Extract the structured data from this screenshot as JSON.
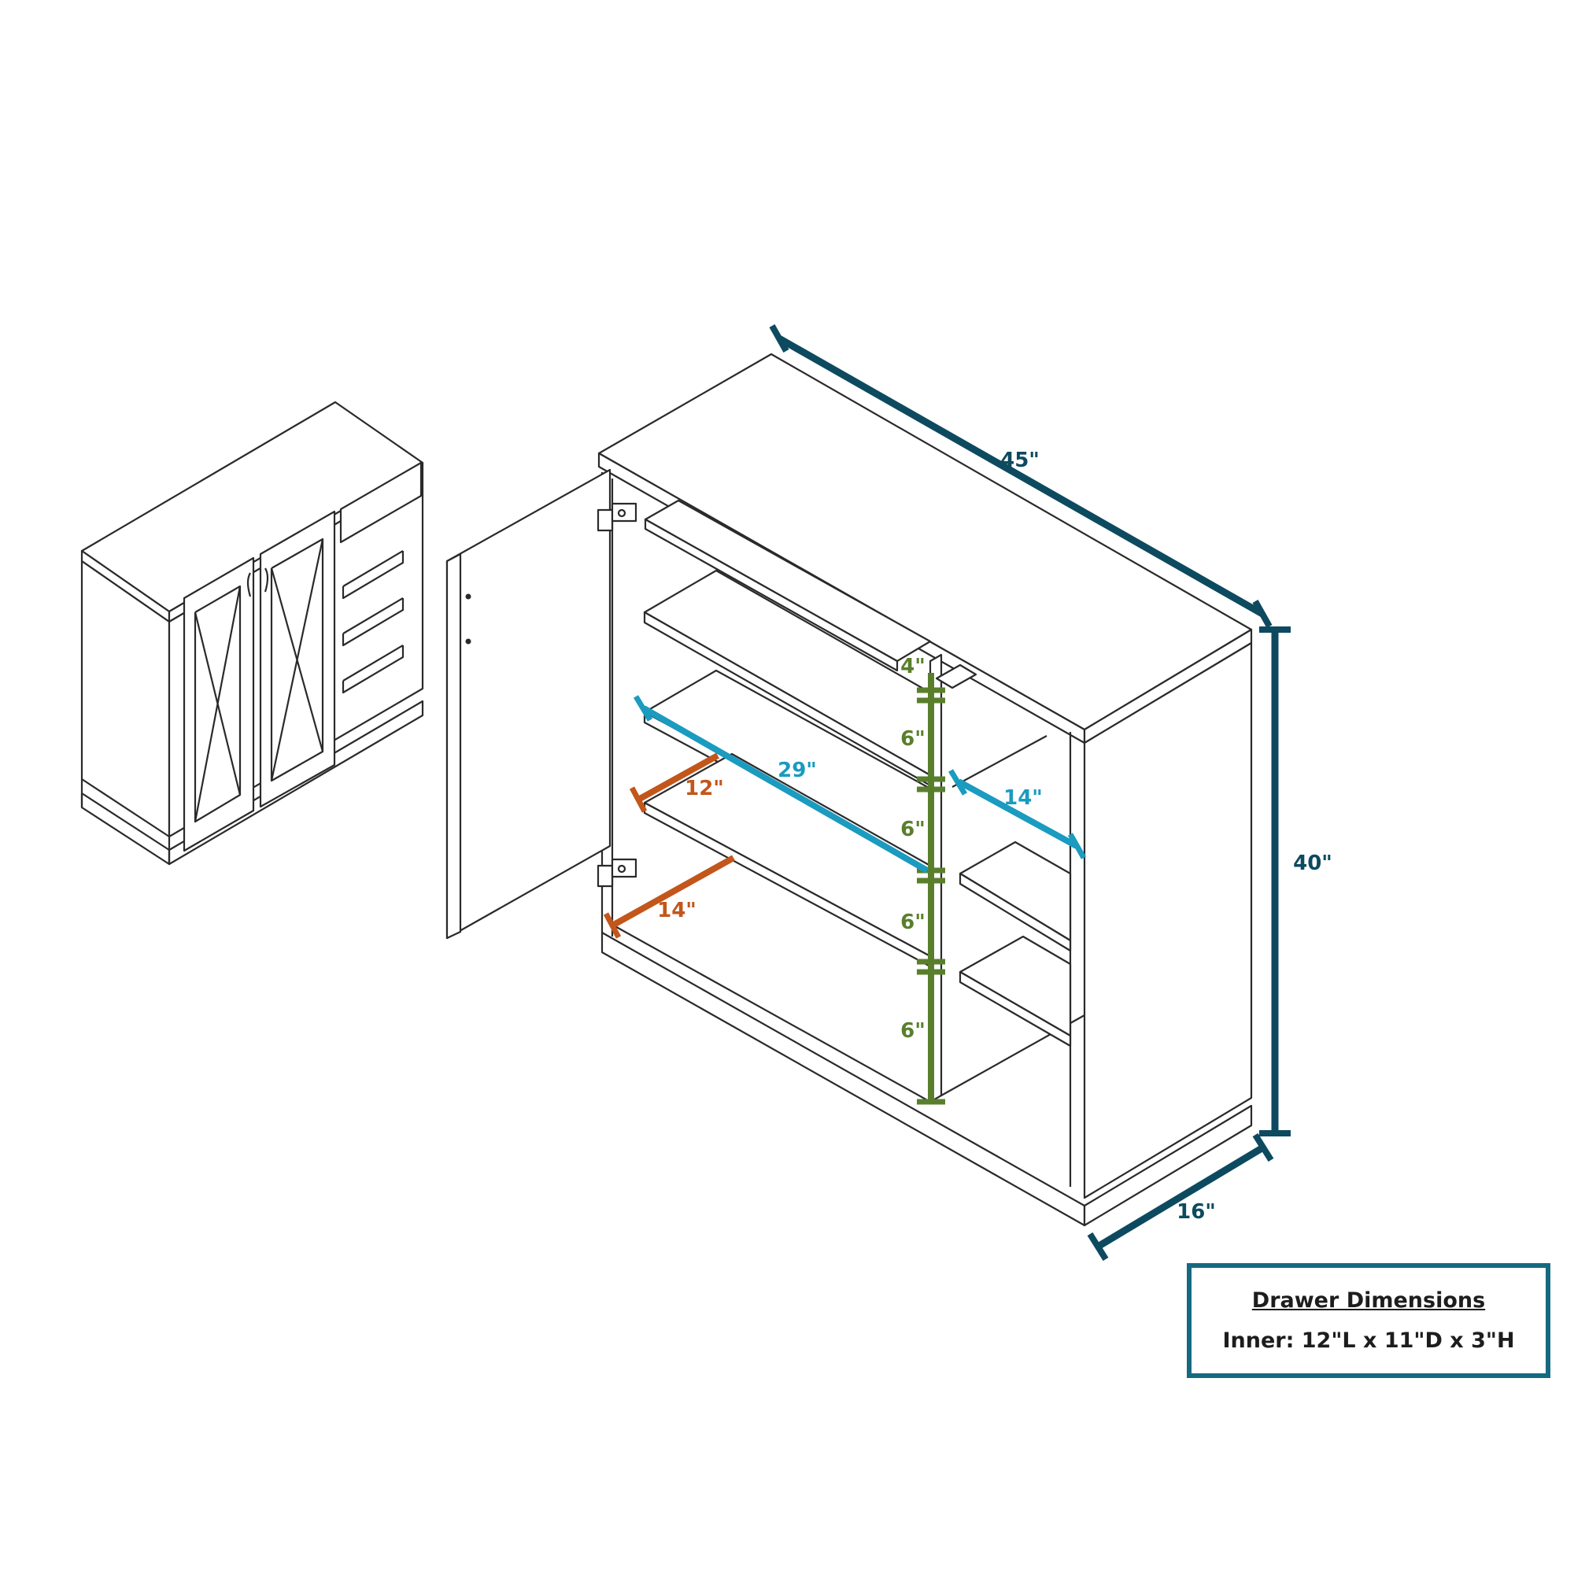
{
  "dimensions": {
    "width": "45\"",
    "height": "40\"",
    "depth": "16\"",
    "inner_width": "29\"",
    "right_shelf_depth": "14\"",
    "door_depth_upper": "12\"",
    "door_depth_lower": "14\"",
    "gap_top": "4\"",
    "gap_1": "6\"",
    "gap_2": "6\"",
    "gap_3": "6\"",
    "gap_4": "6\""
  },
  "colors": {
    "outer": "#0d4a5f",
    "vertical": "#5a7f2c",
    "door_depth": "#c2561b",
    "inner_width": "#1a9bbf",
    "box_border": "#156a80"
  },
  "drawer_box": {
    "title": "Drawer Dimensions",
    "body": "Inner: 12\"L x 11\"D x 3\"H"
  }
}
